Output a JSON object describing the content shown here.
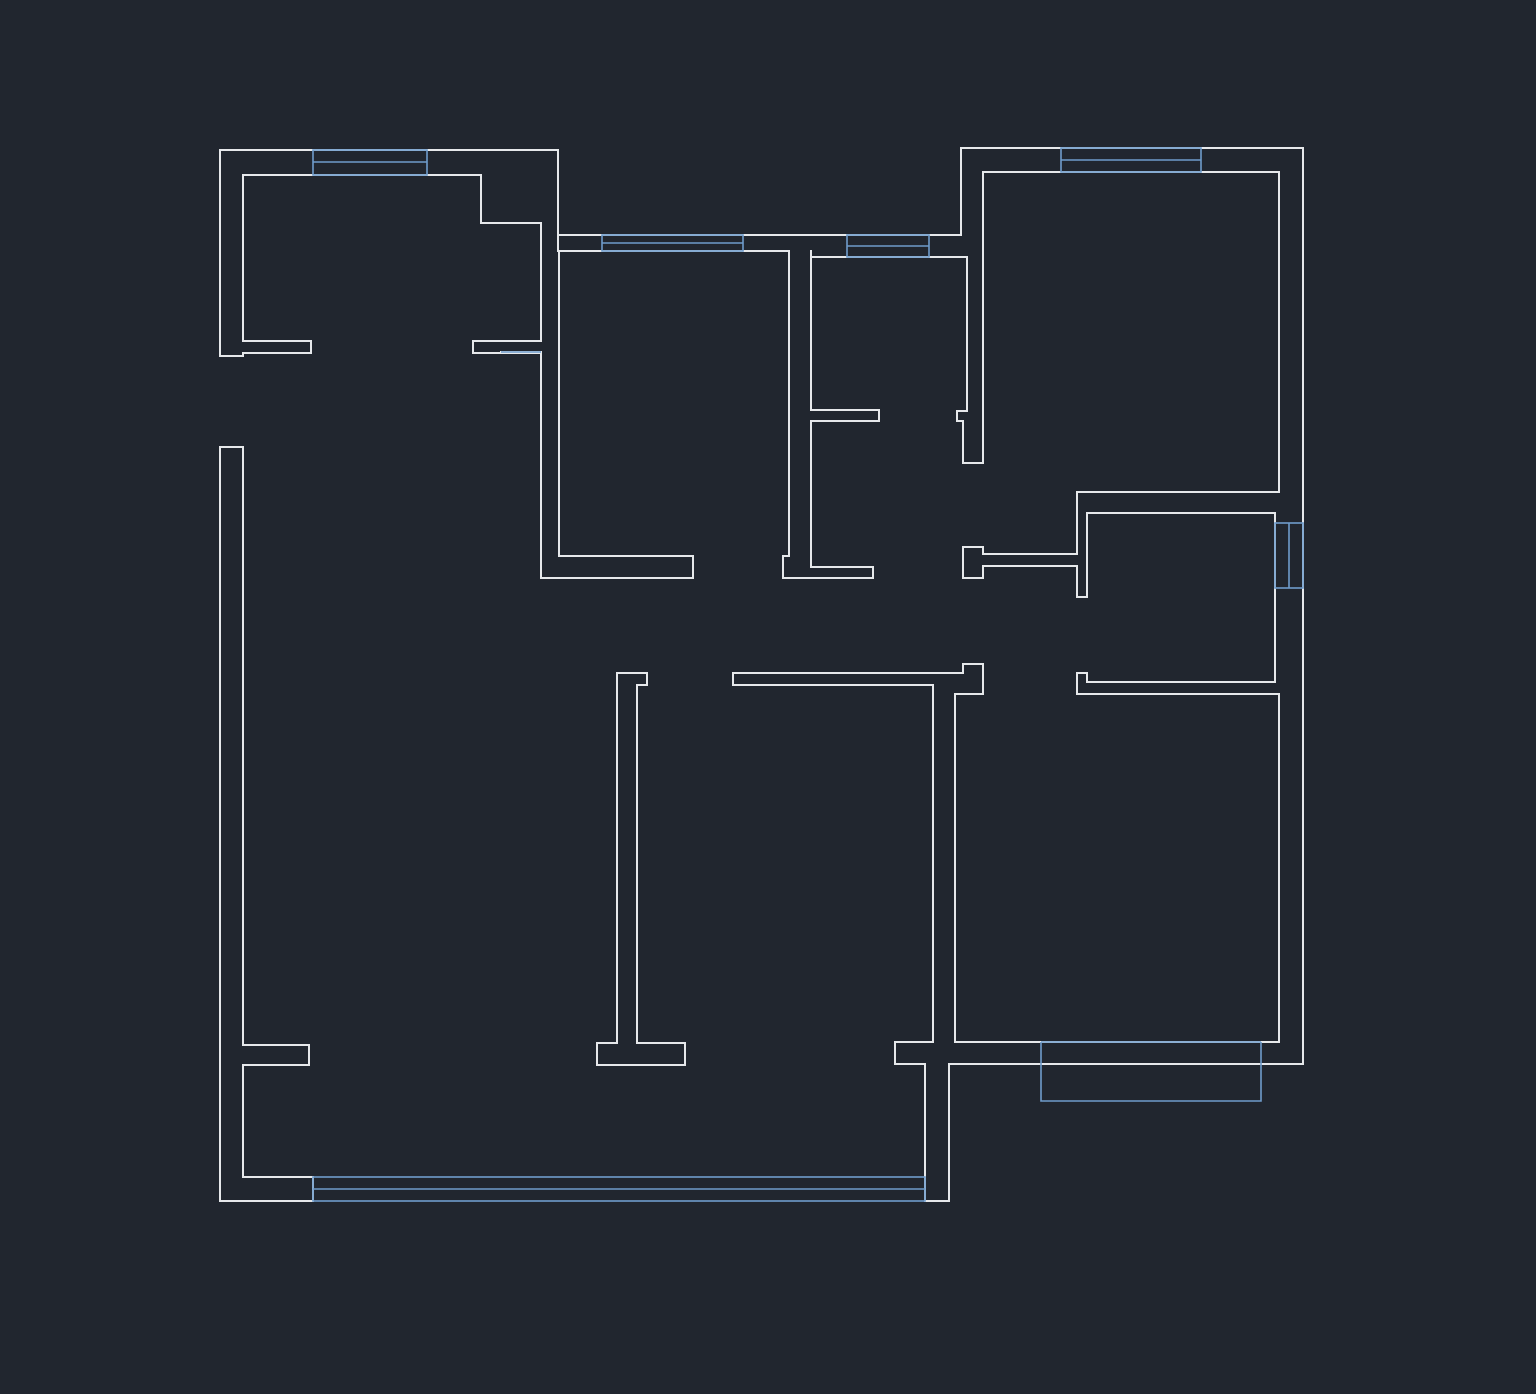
{
  "view": {
    "background_color": "#21262f",
    "wall_color": "#e6e8eb",
    "window_color": "#6f9ccc"
  },
  "floorplan": {
    "walls": [
      "outer-left-upper-wall",
      "top-left-room-wall",
      "closet-wall",
      "top-middle-room-wall",
      "top-center-room-wall",
      "top-right-room-wall",
      "right-middle-room-wall",
      "outer-left-lower-wall",
      "inner-partition-wall",
      "center-room-wall",
      "bottom-right-room-wall"
    ],
    "windows": [
      "window-top-left",
      "window-top-middle",
      "window-top-center",
      "window-top-right",
      "window-right-side",
      "window-bottom-long",
      "bay-window-bottom-right"
    ]
  }
}
